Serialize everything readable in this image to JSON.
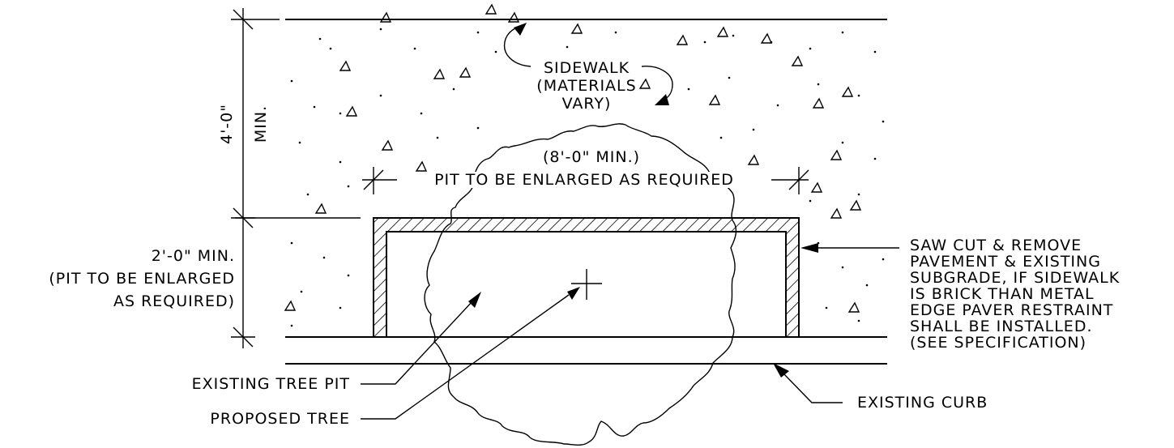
{
  "labels": {
    "sidewalk": [
      "SIDEWALK",
      "(MATERIALS",
      "VARY)"
    ],
    "dim_8ft": "(8'-0\" MIN.)",
    "pit_enlarged": "PIT TO BE ENLARGED AS REQUIRED",
    "dim_4ft": "4'-0\"",
    "dim_4ft_min": "MIN.",
    "dim_2ft": [
      "2'-0\" MIN.",
      "(PIT TO BE ENLARGED",
      "AS REQUIRED)"
    ],
    "saw_cut": [
      "SAW CUT & REMOVE",
      "PAVEMENT & EXISTING",
      "SUBGRADE, IF SIDEWALK",
      "IS BRICK THAN METAL",
      "EDGE PAVER RESTRAINT",
      "SHALL BE INSTALLED.",
      "(SEE SPECIFICATION)"
    ],
    "existing_tree_pit": "EXISTING TREE PIT",
    "proposed_tree": "PROPOSED TREE",
    "existing_curb": "EXISTING CURB"
  }
}
